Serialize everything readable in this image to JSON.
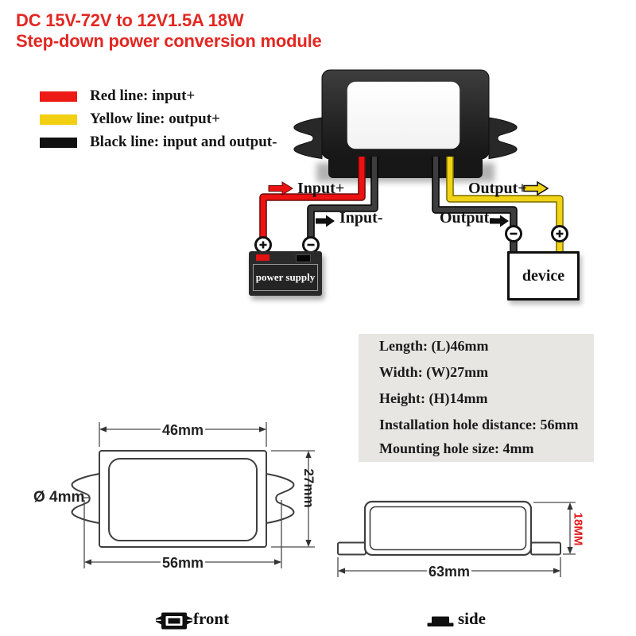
{
  "title": {
    "line1": "DC 15V-72V to 12V1.5A 18W",
    "line2": "Step-down power conversion module"
  },
  "legend": {
    "items": [
      {
        "label": "Red line: input+",
        "color": "#ed1a15"
      },
      {
        "label": "Yellow line: output+",
        "color": "#f2d011"
      },
      {
        "label": "Black line: input and output-",
        "color": "#111111"
      }
    ]
  },
  "wiring": {
    "input_plus": "Input+",
    "input_minus": "Input-",
    "output_plus": "Output+",
    "output_minus": "Output-",
    "source_label": "power supply",
    "load_label": "device"
  },
  "specs": {
    "items": [
      "Length: (L)46mm",
      "Width: (W)27mm",
      "Height: (H)14mm",
      "Installation hole distance: 56mm",
      "Mounting hole size: 4mm"
    ]
  },
  "front_view": {
    "length": "46mm",
    "width": "27mm",
    "hole_distance": "56mm",
    "hole_size": "Ø 4mm"
  },
  "side_view": {
    "length": "63mm",
    "height": "18MM"
  },
  "footer": {
    "front_label": "front",
    "side_label": "side"
  },
  "colors": {
    "title_red": "#e22722",
    "wire_red": "#ed1212",
    "wire_yellow": "#f2d416",
    "wire_black": "#3d3d3d",
    "dim_red": "#e01d1d",
    "specs_bg": "#e7e6e3"
  }
}
